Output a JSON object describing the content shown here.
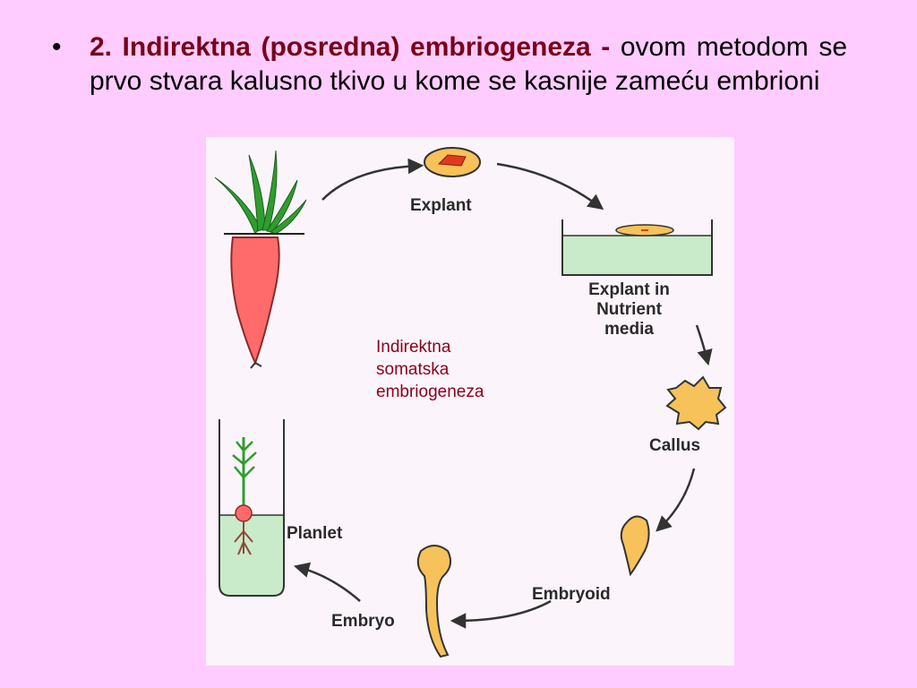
{
  "slide": {
    "bullet_symbol": "•",
    "bullet_bold": "2. Indirektna (posredna) embriogeneza -",
    "bullet_rest": " ovom metodom se prvo stvara kalusno tkivo u kome se kasnije zameću embrioni"
  },
  "diagram": {
    "labels": {
      "explant": "Explant",
      "explant_nutrient_line1": "Explant in",
      "explant_nutrient_line2": "Nutrient",
      "explant_nutrient_line3": "media",
      "callus": "Callus",
      "embryoid": "Embryoid",
      "embryo": "Embryo",
      "planlet": "Planlet"
    },
    "center_caption": {
      "line1": "Indirektna",
      "line2": "somatska",
      "line3": "embriogeneza"
    },
    "colors": {
      "caption": "#8b0018",
      "carrot": "#ff6b6b",
      "leaves": "#2e9e2e",
      "tissue": "#f7c25a",
      "media": "#c9ebc9"
    }
  }
}
